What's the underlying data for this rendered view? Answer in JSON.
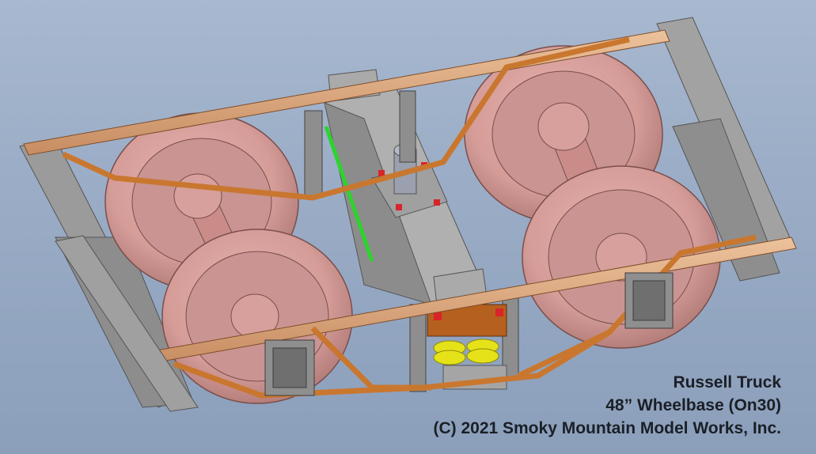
{
  "caption": {
    "title": "Russell Truck",
    "subtitle": "48” Wheelbase (On30)",
    "copyright": "(C) 2021 Smoky Mountain Model Works, Inc."
  },
  "colors": {
    "background": "#98aac4",
    "wheel": "#d79c98",
    "axle": "#c98c88",
    "frame_beam": "#d9a57d",
    "tension_rod": "#c9772f",
    "bolster": "#a6a6a6",
    "side_frame": "#9a9a9a",
    "spring": "#e6e21a",
    "brake_rod": "#2ed32e",
    "bolt_head": "#d8242a",
    "text": "#1b1f26"
  }
}
